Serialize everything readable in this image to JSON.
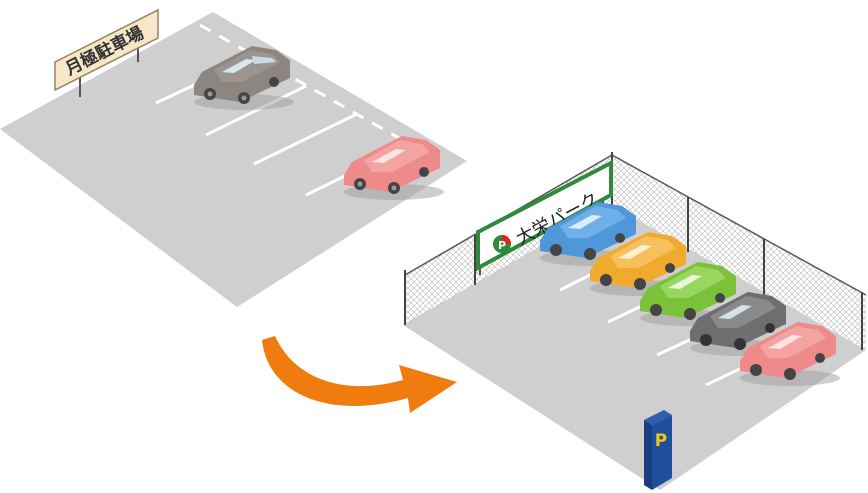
{
  "before_lot": {
    "sign_text": "月極駐車場",
    "cars": [
      {
        "name": "gray-car",
        "color": "#8c8580"
      },
      {
        "name": "pink-car",
        "color": "#ee8a8a"
      }
    ]
  },
  "after_lot": {
    "sign_text": "大栄パーク",
    "logo_text": "P",
    "pay_station_text": "P",
    "cars": [
      {
        "name": "blue-car",
        "color": "#4f97d9"
      },
      {
        "name": "orange-car",
        "color": "#f1a92e"
      },
      {
        "name": "green-car",
        "color": "#7bc23a"
      },
      {
        "name": "dark-gray-car",
        "color": "#6e6e6e"
      },
      {
        "name": "pink-car",
        "color": "#ee8a8a"
      }
    ]
  },
  "colors": {
    "lot_surface": "#cfcfcf",
    "arrow": "#f07c10",
    "sign_border_green": "#2f8a3b",
    "pay_station": "#1f4e9a",
    "pay_station_letter": "#f3c712"
  },
  "icons": [
    "transition-arrow-icon",
    "parking-logo-icon",
    "pay-station-icon"
  ]
}
